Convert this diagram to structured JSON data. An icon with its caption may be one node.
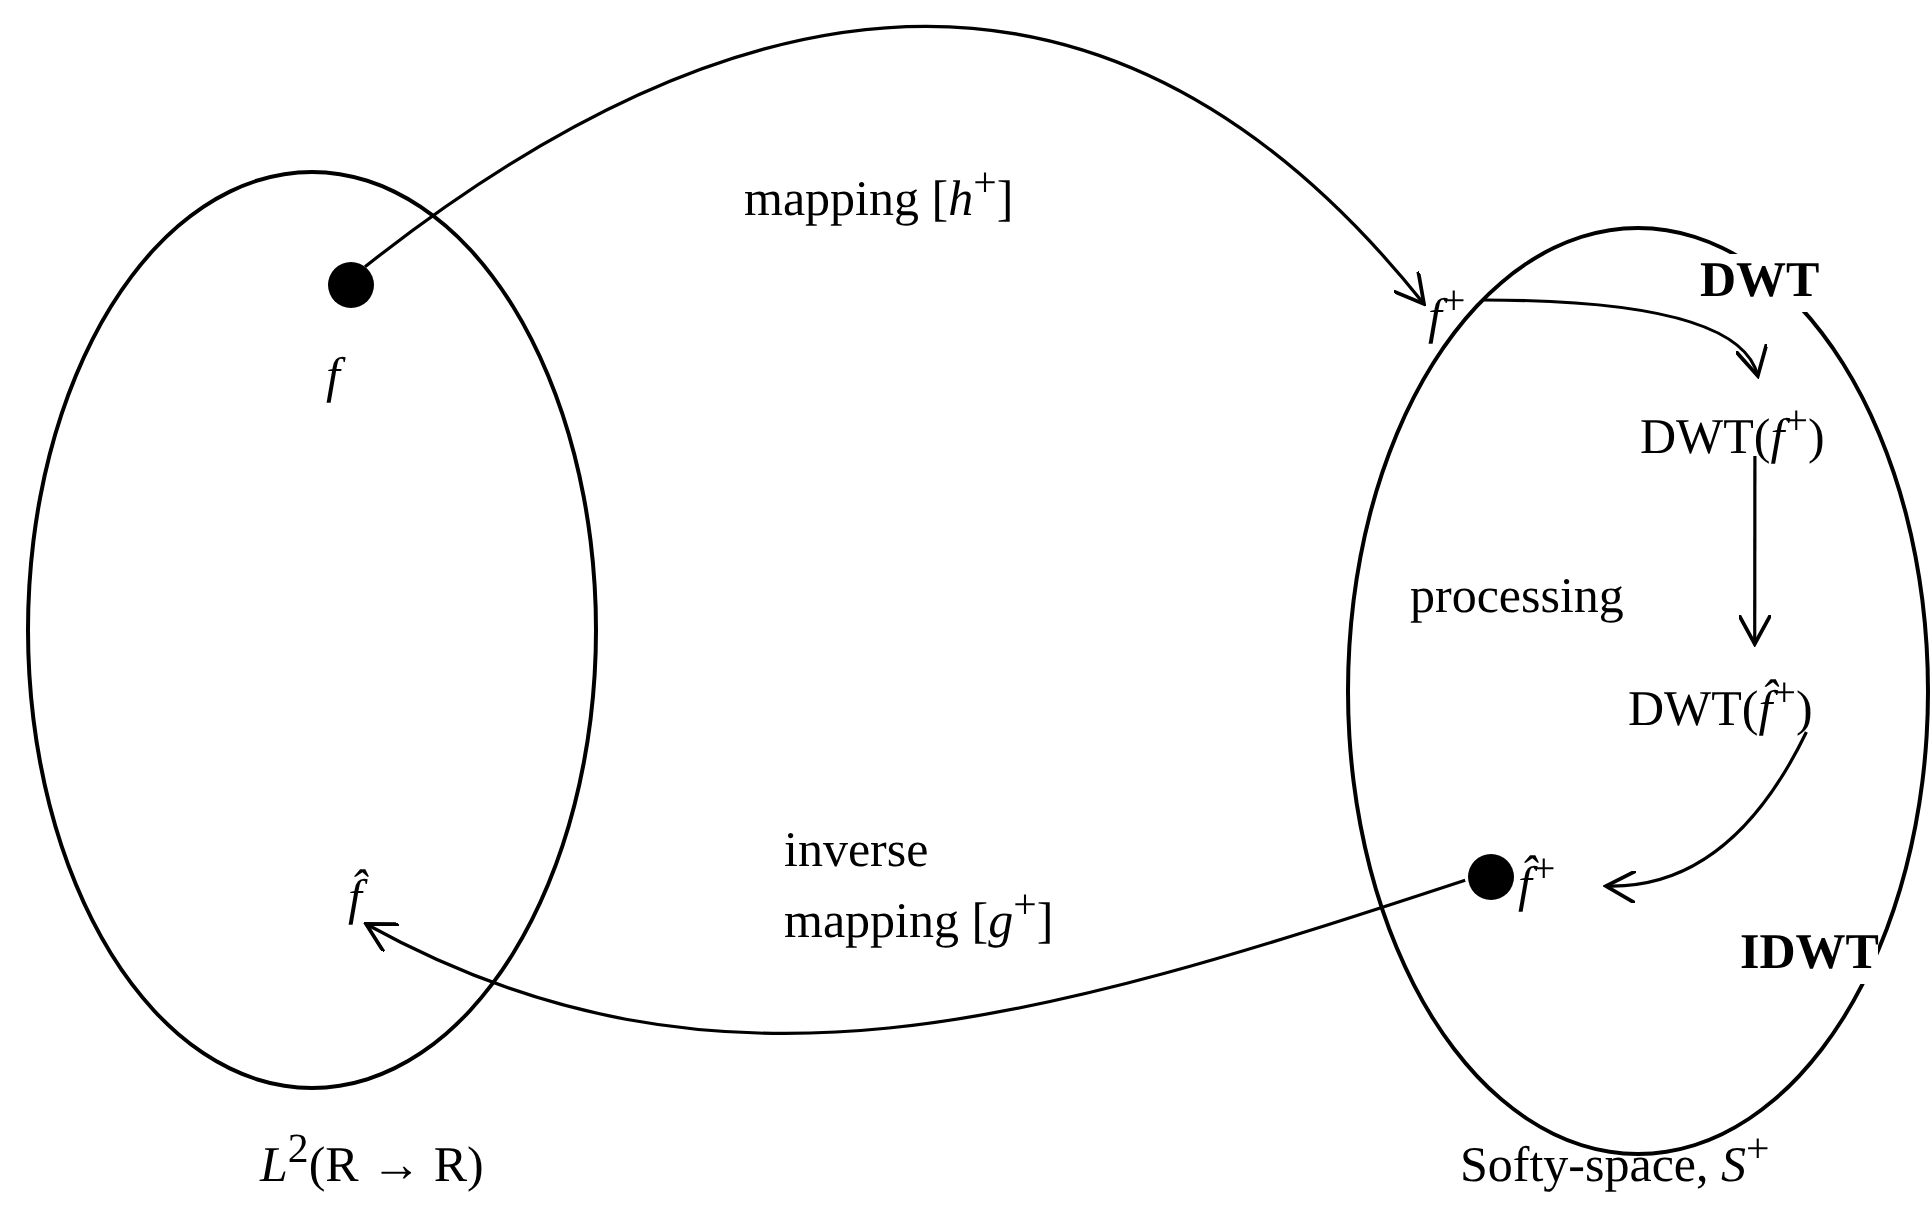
{
  "diagram": {
    "nodes": [
      {
        "text": [
          "*L*$^{2}$(R → R)"
        ]
      },
      {
        "text": [
          "Softy-space, *S*$^{+}$"
        ]
      },
      {
        "text": [],
        "shape": "circle",
        "in": 0,
        "beside": [
          "*f*"
        ]
      },
      {
        "text": [
          "*f̂*"
        ],
        "in": 0
      },
      {
        "text": [
          "*f*$^{+}$"
        ],
        "in": 1
      },
      {
        "text": [
          "DWT(*f*$^{+}$)"
        ],
        "in": 1
      },
      {
        "text": [
          "DWT(*f̂*$^{+}$)"
        ],
        "in": 1
      },
      {
        "text": [
          "*f̂*$^{+}$"
        ],
        "in": 1
      },
      {
        "text": [],
        "shape": "circle",
        "in": 1
      }
    ],
    "edges": [
      {
        "from": 2,
        "to": 4,
        "arrow": "to",
        "label": "mapping [*h*$^{+}$]"
      },
      {
        "from": 4,
        "to": 5,
        "arrow": "to",
        "label": "**DWT**"
      },
      {
        "from": 5,
        "to": 6,
        "arrow": "to",
        "label": "processing"
      },
      {
        "from": 6,
        "to": 7,
        "arrow": "to",
        "label": "**IDWT**"
      },
      {
        "from": 8,
        "to": 3,
        "arrow": "to",
        "label": "inverse mapping [*g*$^{+}$]"
      }
    ]
  }
}
